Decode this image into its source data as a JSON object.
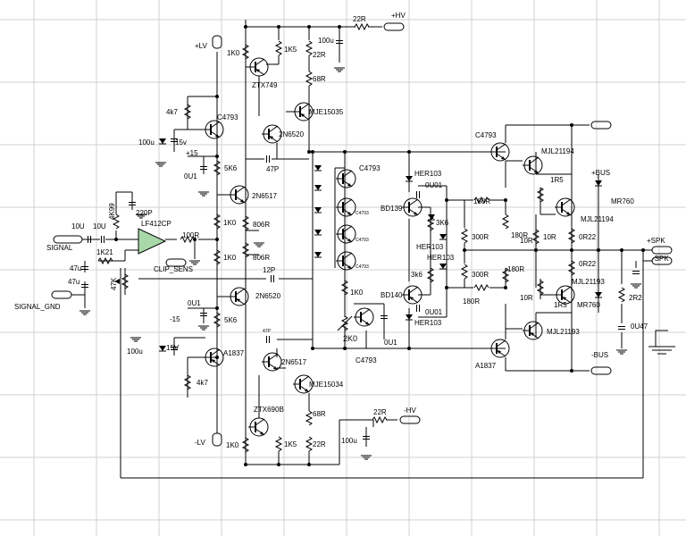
{
  "rails": {
    "plus_hv": "+HV",
    "minus_hv": "-HV",
    "plus_lv": "+LV",
    "minus_lv": "-LV",
    "plus_bus": "+BUS",
    "minus_bus": "-BUS",
    "plus_15": "+15",
    "minus_15": "-15"
  },
  "ports": {
    "signal": "SIGNAL",
    "signal_gnd": "SIGNAL_GND",
    "clip_sens": "CLIP_SENS",
    "plus_spk": "+SPK",
    "minus_spk": "-SPK"
  },
  "components": {
    "r_hv_top": "22R",
    "c_hv_top": "100u",
    "r_1k0_a": "1K0",
    "r_1k5_top": "1K5",
    "r_22r_top": "22R",
    "q_ztx749": "ZTX749",
    "r_68r_top": "68R",
    "q_mje15035": "MJE15035",
    "r_4k7_top": "4k7",
    "q_c4793_left": "C4793",
    "c_100u_left_top": "100u",
    "z_15v_top": "15v",
    "q_2n6520_top": "2N6520",
    "c_47p": "47P",
    "c_0u1_top": "0U1",
    "r_5k6_top": "5K6",
    "q_2n6517_top": "2N6517",
    "r_4k99": "4K99",
    "c_220p": "220P",
    "c_10u_a": "10U",
    "c_10u_b": "10U",
    "u_lf412": "LF412CP",
    "r_100r": "100R",
    "r_1k0_b": "1K0",
    "r_806r_a": "806R",
    "r_1k0_c": "1K0",
    "r_806r_b": "806R",
    "r_1k21": "1K21",
    "c_47u_a": "47u",
    "c_47u_b": "47u",
    "pot_47k": "47K",
    "c_12p": "12P",
    "q_2n6520_mid": "2N6520",
    "c_0u1_mid": "0U1",
    "r_5k6_bot": "5K6",
    "c_100u_left_bot": "100u",
    "z_15v_bot": "15V",
    "q_a1837_left": "A1837",
    "r_4k7_bot": "4k7",
    "c_47p_small": "47P",
    "q_2n6517_bot": "2N6517",
    "q_mje15034": "MJE15034",
    "q_ztx690b": "ZTX690B",
    "r_68r_bot": "68R",
    "r_22r_hv_bot": "22R",
    "r_1k0_bot": "1K0",
    "r_1k5_bot": "1K5",
    "r_22r_bot": "22R",
    "c_100u_bot": "100u",
    "q_c4793_stack": "C4793",
    "q_c4793_s1": "C4793",
    "q_c4793_s2": "C4793",
    "q_c4793_s3": "C4793",
    "r_1k0_vbe": "1K0",
    "pot_2k0": "2K0",
    "c_0u1_vbe": "0U1",
    "q_c4793_vbe": "C4793",
    "d_her103_a": "HER103",
    "c_0u01_a": "0U01",
    "q_bd139": "BD139",
    "r_3k6_a": "3K6",
    "d_her103_b": "HER103",
    "d_her103_c": "HER103",
    "r_3k6_b": "3k6",
    "q_bd140": "BD140",
    "c_0u01_b": "0U01",
    "d_her103_d": "HER103",
    "r_180r_a": "180R",
    "r_300r_a": "300R",
    "r_300r_b": "300R",
    "r_180r_b": "180R",
    "r_180r_c": "180R",
    "r_180r_d": "180R",
    "q_c4793_drv": "C4793",
    "q_a1837_drv": "A1837",
    "q_mjl21194_a": "MJL21194",
    "q_mjl21194_b": "MJL21194",
    "q_mjl21193_a": "MJL21193",
    "q_mjl21193_b": "MJL21193",
    "r_1r5_a": "1R5",
    "r_1r5_b": "1R5",
    "r_10r_a": "10R",
    "r_10r_b": "10R",
    "r_10r_c": "10R",
    "r_0r22_a": "0R22",
    "r_0r22_b": "0R22",
    "d_mr760_a": "MR760",
    "d_mr760_b": "MR760",
    "r_2r2": "2R2",
    "c_0u47": "0U47"
  },
  "colors": {
    "grid": "#d0d0d0",
    "wire": "#000000",
    "opamp_fill": "#a8d8a8",
    "background": "#ffffff"
  }
}
